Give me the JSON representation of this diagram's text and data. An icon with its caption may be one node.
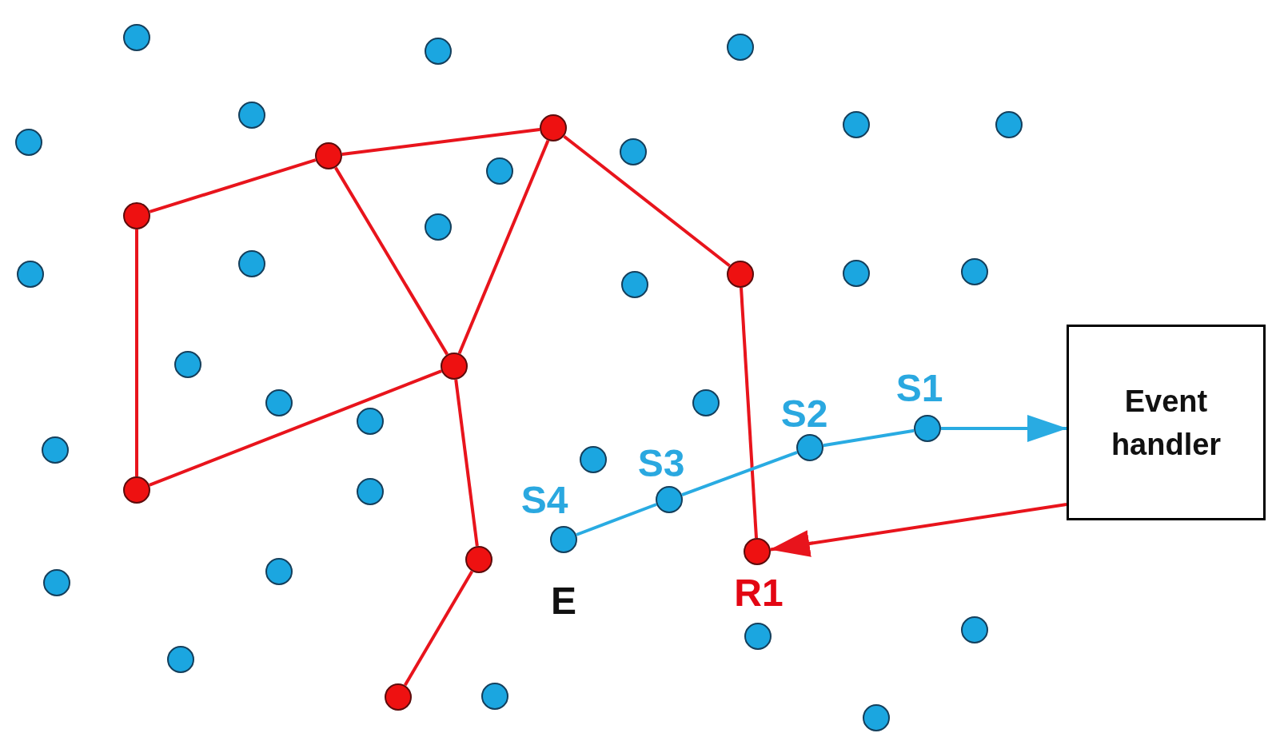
{
  "diagram": {
    "nodes": [
      {
        "text": [],
        "shape": "circle"
      },
      {
        "text": [],
        "shape": "circle"
      },
      {
        "text": [],
        "shape": "circle"
      },
      {
        "text": [],
        "shape": "circle"
      },
      {
        "text": [],
        "shape": "circle"
      },
      {
        "text": [],
        "shape": "circle"
      },
      {
        "text": [],
        "shape": "circle"
      },
      {
        "text": [],
        "shape": "circle"
      },
      {
        "text": [],
        "shape": "circle"
      },
      {
        "text": [],
        "shape": "circle"
      },
      {
        "text": [],
        "shape": "circle"
      },
      {
        "text": [],
        "shape": "circle"
      },
      {
        "text": [],
        "shape": "circle"
      },
      {
        "text": [],
        "shape": "circle"
      },
      {
        "text": [],
        "shape": "circle"
      },
      {
        "text": [],
        "shape": "circle"
      },
      {
        "text": [],
        "shape": "circle"
      },
      {
        "text": [],
        "shape": "circle"
      },
      {
        "text": [],
        "shape": "circle"
      },
      {
        "text": [
          "Event handler"
        ]
      },
      {
        "text": [],
        "shape": "circle"
      },
      {
        "text": [],
        "shape": "circle"
      },
      {
        "text": [],
        "shape": "circle"
      },
      {
        "text": [],
        "shape": "circle"
      },
      {
        "text": [],
        "shape": "circle"
      },
      {
        "text": [],
        "shape": "circle",
        "beside": [
          "S2"
        ]
      },
      {
        "text": [],
        "shape": "circle",
        "beside": [
          "S1"
        ]
      },
      {
        "text": [],
        "shape": "circle"
      },
      {
        "text": [],
        "shape": "circle"
      },
      {
        "text": [],
        "shape": "circle"
      },
      {
        "text": [],
        "shape": "circle"
      },
      {
        "text": [],
        "shape": "circle",
        "beside": [
          "S3"
        ]
      },
      {
        "text": [],
        "shape": "circle",
        "beside": [
          "S4"
        ]
      },
      {
        "text": [],
        "shape": "circle",
        "beside": [
          "R1"
        ]
      },
      {
        "text": [],
        "shape": "circle"
      },
      {
        "text": [],
        "shape": "circle"
      },
      {
        "text": [],
        "shape": "circle"
      },
      {
        "text": [],
        "shape": "circle"
      },
      {
        "text": [],
        "shape": "circle"
      },
      {
        "text": [],
        "shape": "circle"
      },
      {
        "text": [],
        "shape": "circle"
      },
      {
        "text": [],
        "shape": "circle"
      },
      {
        "text": [],
        "shape": "circle"
      }
    ],
    "edges": [
      {
        "from": 11,
        "to": 5,
        "arrow": "none"
      },
      {
        "from": 5,
        "to": 7,
        "arrow": "none"
      },
      {
        "from": 5,
        "to": 23,
        "arrow": "none"
      },
      {
        "from": 7,
        "to": 23,
        "arrow": "none"
      },
      {
        "from": 7,
        "to": 16,
        "arrow": "none"
      },
      {
        "from": 16,
        "to": 33,
        "arrow": "none"
      },
      {
        "from": 11,
        "to": 29,
        "arrow": "none"
      },
      {
        "from": 29,
        "to": 23,
        "arrow": "none"
      },
      {
        "from": 23,
        "to": 34,
        "arrow": "none"
      },
      {
        "from": 34,
        "to": 38,
        "arrow": "none"
      },
      {
        "from": 32,
        "to": 31,
        "arrow": "none",
        "color": "#29abe2"
      },
      {
        "from": 31,
        "to": 25,
        "arrow": "none",
        "color": "#29abe2"
      },
      {
        "from": 25,
        "to": 26,
        "arrow": "none",
        "color": "#29abe2"
      },
      {
        "from": 26,
        "to": 19,
        "arrow": "to",
        "color": "#29abe2"
      },
      {
        "from": 19,
        "to": 33,
        "arrow": "to"
      }
    ],
    "labels": [
      "E"
    ]
  }
}
